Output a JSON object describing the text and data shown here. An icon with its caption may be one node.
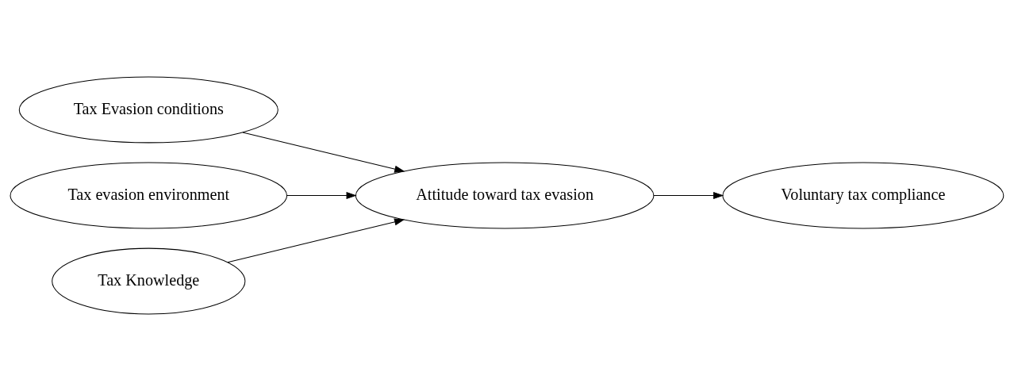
{
  "diagram": {
    "nodes": [
      {
        "text": [
          "Tax Evasion conditions"
        ]
      },
      {
        "text": [
          "Tax evasion environment"
        ]
      },
      {
        "text": [
          "Tax Knowledge"
        ]
      },
      {
        "text": [
          "Attitude toward tax evasion"
        ]
      },
      {
        "text": [
          "Voluntary tax compliance"
        ]
      }
    ],
    "edges": [
      {
        "from": 0,
        "to": 3,
        "arrow": "to"
      },
      {
        "from": 1,
        "to": 3,
        "arrow": "to"
      },
      {
        "from": 2,
        "to": 3,
        "arrow": "to"
      },
      {
        "from": 3,
        "to": 4,
        "arrow": "to"
      }
    ]
  }
}
